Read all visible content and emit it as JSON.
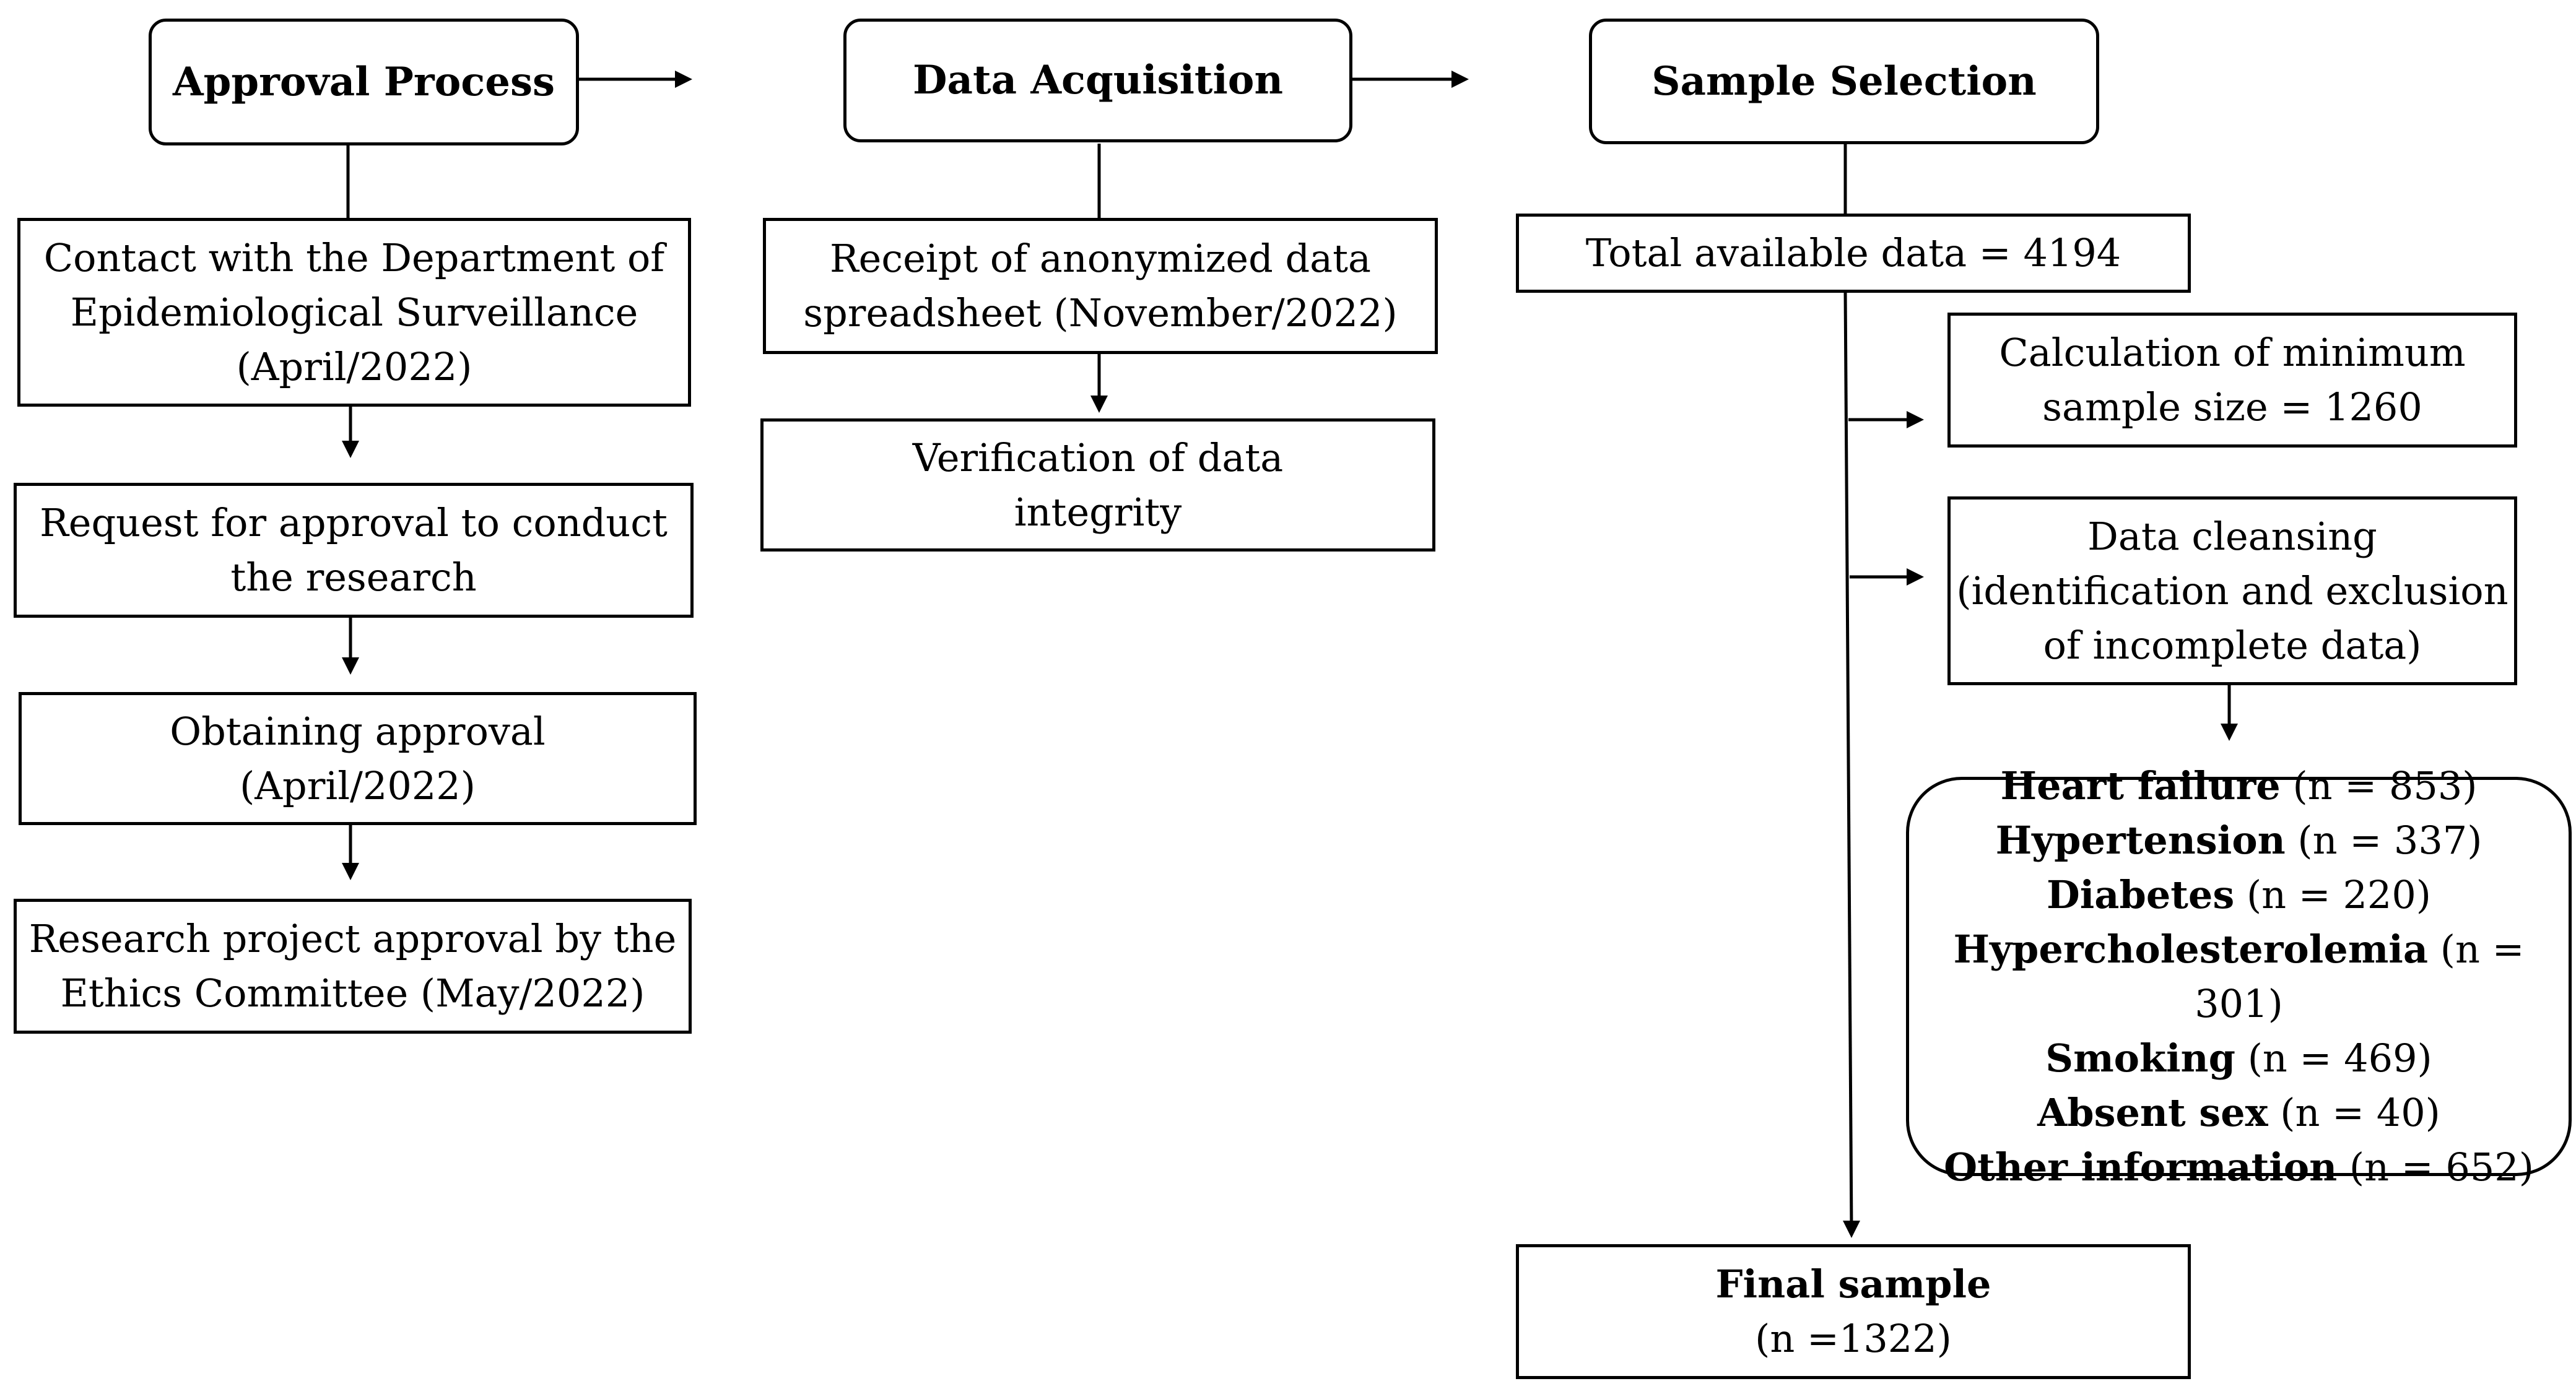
{
  "headers": {
    "approval": "Approval Process",
    "acquisition": "Data Acquisition",
    "selection": "Sample Selection"
  },
  "approval_steps": [
    [
      "Contact with the Department of",
      "Epidemiological Surveillance",
      "(April/2022)"
    ],
    [
      "Request for approval to conduct",
      "the research"
    ],
    [
      "Obtaining approval",
      "(April/2022)"
    ],
    [
      "Research project approval by the",
      "Ethics Committee (May/2022)"
    ]
  ],
  "acquisition_steps": [
    [
      "Receipt of anonymized data",
      "spreadsheet (November/2022)"
    ],
    [
      "Verification of data",
      "integrity"
    ]
  ],
  "selection": {
    "total": "Total available data = 4194",
    "min_sample": [
      "Calculation of minimum",
      "sample size = 1260"
    ],
    "cleansing": [
      "Data cleansing",
      "(identification and exclusion",
      "of incomplete data)"
    ],
    "exclusions": [
      {
        "label": "Heart failure",
        "count": "(n = 853)"
      },
      {
        "label": "Hypertension",
        "count": "(n = 337)"
      },
      {
        "label": "Diabetes",
        "count": "(n = 220)"
      },
      {
        "label": "Hypercholesterolemia",
        "count": "(n = 301)"
      },
      {
        "label": "Smoking",
        "count": "(n = 469)"
      },
      {
        "label": "Absent sex",
        "count": "(n = 40)"
      },
      {
        "label": "Other information",
        "count": "(n = 652)"
      }
    ],
    "final_title": "Final sample",
    "final_count": "(n =1322)"
  }
}
